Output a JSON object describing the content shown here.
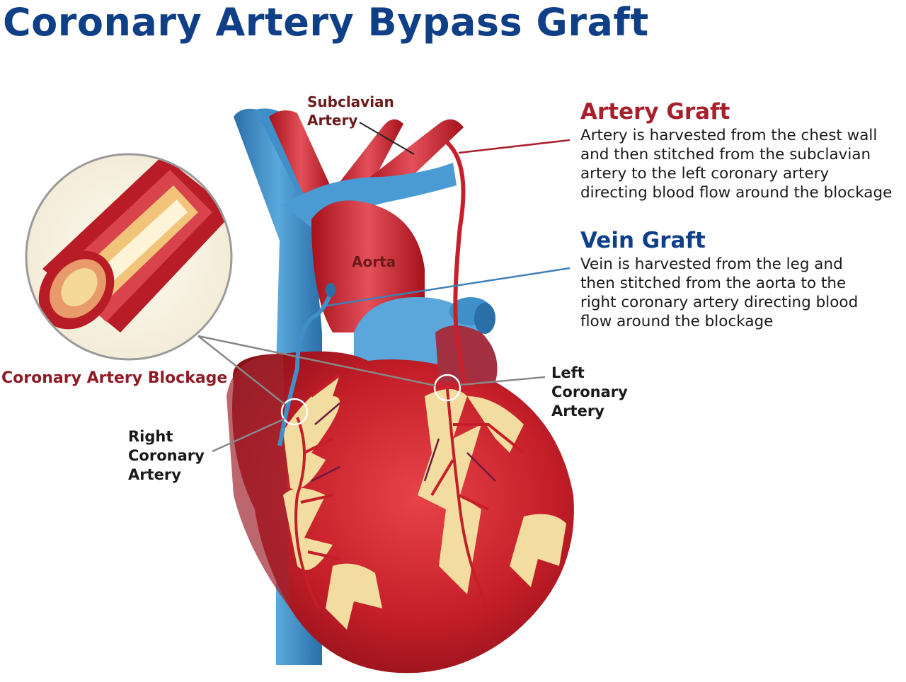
{
  "title": "Coronary Artery Bypass Graft",
  "labels": {
    "subclavian_line1": "Subclavian",
    "subclavian_line2": "Artery",
    "aorta": "Aorta",
    "left_coronary_line1": "Left",
    "left_coronary_line2": "Coronary",
    "left_coronary_line3": "Artery",
    "right_coronary_line1": "Right",
    "right_coronary_line2": "Coronary",
    "right_coronary_line3": "Artery",
    "blockage": "Coronary Artery Blockage"
  },
  "artery_graft": {
    "heading": "Artery Graft",
    "desc_line1": "Artery is harvested from the chest wall",
    "desc_line2": "and then stitched from the subclavian",
    "desc_line3": "artery to the left coronary artery",
    "desc_line4": "directing blood flow around the blockage"
  },
  "vein_graft": {
    "heading": "Vein Graft",
    "desc_line1": "Vein is harvested from the leg and",
    "desc_line2": "then stitched from the aorta to the",
    "desc_line3": "right coronary artery directing blood",
    "desc_line4": "flow around the blockage"
  },
  "colors": {
    "title": "#0f3f86",
    "artery_red": "#c8202a",
    "vein_blue": "#3f8fc9",
    "fat_yellow": "#f3dca0"
  }
}
